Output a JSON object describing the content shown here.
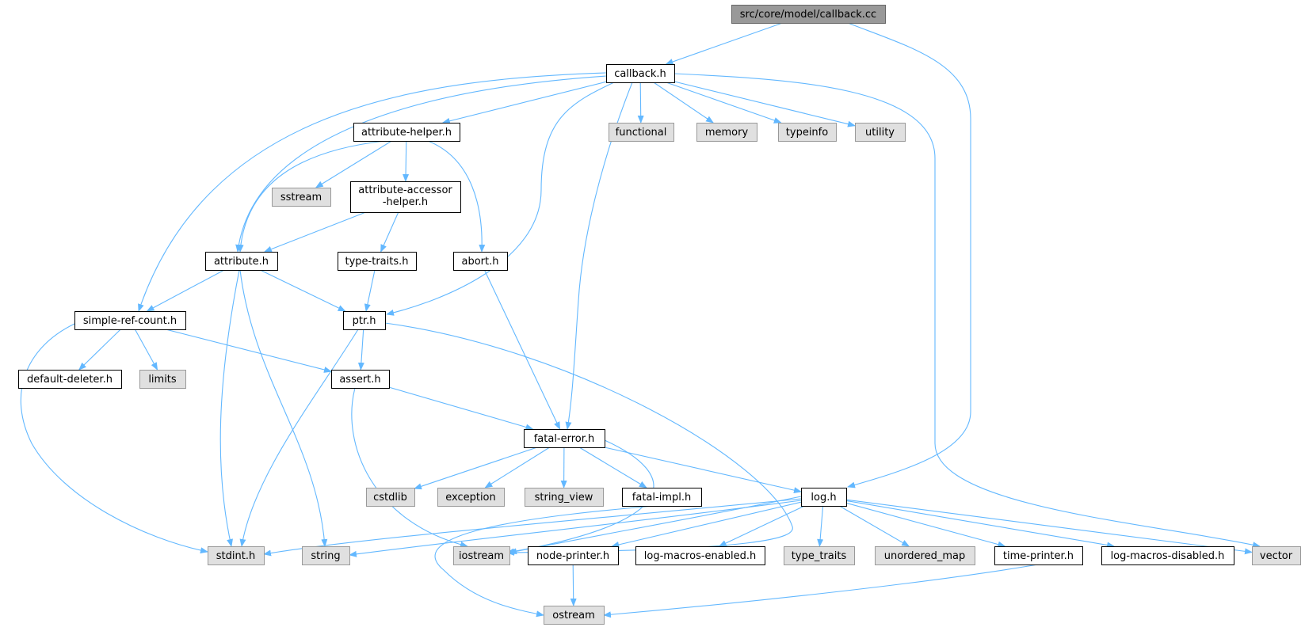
{
  "diagram": {
    "colors": {
      "edge": "#63b8ff",
      "root_fill": "#999999",
      "node_fill": "#ffffff",
      "system_fill": "#e0e0e0",
      "system_stroke": "#999999",
      "node_stroke": "#000000",
      "text": "#000000"
    },
    "nodes": [
      {
        "id": "root",
        "label": "src/core/model/callback.cc",
        "kind": "root"
      },
      {
        "id": "callback_h",
        "label": "callback.h",
        "kind": "local"
      },
      {
        "id": "attribute_helper_h",
        "label": "attribute-helper.h",
        "kind": "local"
      },
      {
        "id": "functional",
        "label": "functional",
        "kind": "system"
      },
      {
        "id": "memory",
        "label": "memory",
        "kind": "system"
      },
      {
        "id": "typeinfo",
        "label": "typeinfo",
        "kind": "system"
      },
      {
        "id": "utility",
        "label": "utility",
        "kind": "system"
      },
      {
        "id": "sstream",
        "label": "sstream",
        "kind": "system"
      },
      {
        "id": "attribute_accessor_helper_h",
        "label": "attribute-accessor\n-helper.h",
        "kind": "local"
      },
      {
        "id": "attribute_h",
        "label": "attribute.h",
        "kind": "local"
      },
      {
        "id": "type_traits_h",
        "label": "type-traits.h",
        "kind": "local"
      },
      {
        "id": "abort_h",
        "label": "abort.h",
        "kind": "local"
      },
      {
        "id": "simple_ref_count_h",
        "label": "simple-ref-count.h",
        "kind": "local"
      },
      {
        "id": "ptr_h",
        "label": "ptr.h",
        "kind": "local"
      },
      {
        "id": "default_deleter_h",
        "label": "default-deleter.h",
        "kind": "local"
      },
      {
        "id": "limits",
        "label": "limits",
        "kind": "system"
      },
      {
        "id": "assert_h",
        "label": "assert.h",
        "kind": "local"
      },
      {
        "id": "fatal_error_h",
        "label": "fatal-error.h",
        "kind": "local"
      },
      {
        "id": "cstdlib",
        "label": "cstdlib",
        "kind": "system"
      },
      {
        "id": "exception",
        "label": "exception",
        "kind": "system"
      },
      {
        "id": "string_view",
        "label": "string_view",
        "kind": "system"
      },
      {
        "id": "fatal_impl_h",
        "label": "fatal-impl.h",
        "kind": "local"
      },
      {
        "id": "log_h",
        "label": "log.h",
        "kind": "local"
      },
      {
        "id": "stdint_h",
        "label": "stdint.h",
        "kind": "system"
      },
      {
        "id": "string",
        "label": "string",
        "kind": "system"
      },
      {
        "id": "iostream",
        "label": "iostream",
        "kind": "system"
      },
      {
        "id": "node_printer_h",
        "label": "node-printer.h",
        "kind": "local"
      },
      {
        "id": "log_macros_enabled_h",
        "label": "log-macros-enabled.h",
        "kind": "local"
      },
      {
        "id": "type_traits",
        "label": "type_traits",
        "kind": "system"
      },
      {
        "id": "unordered_map",
        "label": "unordered_map",
        "kind": "system"
      },
      {
        "id": "time_printer_h",
        "label": "time-printer.h",
        "kind": "local"
      },
      {
        "id": "log_macros_disabled_h",
        "label": "log-macros-disabled.h",
        "kind": "local"
      },
      {
        "id": "vector",
        "label": "vector",
        "kind": "system"
      },
      {
        "id": "ostream",
        "label": "ostream",
        "kind": "system"
      }
    ],
    "edges": [
      [
        "root",
        "callback_h"
      ],
      [
        "root",
        "log_h"
      ],
      [
        "callback_h",
        "attribute_helper_h"
      ],
      [
        "callback_h",
        "functional"
      ],
      [
        "callback_h",
        "memory"
      ],
      [
        "callback_h",
        "typeinfo"
      ],
      [
        "callback_h",
        "utility"
      ],
      [
        "callback_h",
        "attribute_h"
      ],
      [
        "callback_h",
        "simple_ref_count_h"
      ],
      [
        "callback_h",
        "ptr_h"
      ],
      [
        "callback_h",
        "fatal_error_h"
      ],
      [
        "callback_h",
        "vector"
      ],
      [
        "attribute_helper_h",
        "sstream"
      ],
      [
        "attribute_helper_h",
        "attribute_accessor_helper_h"
      ],
      [
        "attribute_helper_h",
        "abort_h"
      ],
      [
        "attribute_helper_h",
        "attribute_h"
      ],
      [
        "attribute_accessor_helper_h",
        "attribute_h"
      ],
      [
        "attribute_accessor_helper_h",
        "type_traits_h"
      ],
      [
        "attribute_h",
        "simple_ref_count_h"
      ],
      [
        "attribute_h",
        "ptr_h"
      ],
      [
        "attribute_h",
        "stdint_h"
      ],
      [
        "attribute_h",
        "string"
      ],
      [
        "type_traits_h",
        "ptr_h"
      ],
      [
        "abort_h",
        "fatal_error_h"
      ],
      [
        "simple_ref_count_h",
        "default_deleter_h"
      ],
      [
        "simple_ref_count_h",
        "limits"
      ],
      [
        "simple_ref_count_h",
        "assert_h"
      ],
      [
        "simple_ref_count_h",
        "stdint_h"
      ],
      [
        "ptr_h",
        "assert_h"
      ],
      [
        "ptr_h",
        "stdint_h"
      ],
      [
        "ptr_h",
        "iostream"
      ],
      [
        "assert_h",
        "fatal_error_h"
      ],
      [
        "assert_h",
        "iostream"
      ],
      [
        "fatal_error_h",
        "cstdlib"
      ],
      [
        "fatal_error_h",
        "exception"
      ],
      [
        "fatal_error_h",
        "string_view"
      ],
      [
        "fatal_error_h",
        "fatal_impl_h"
      ],
      [
        "fatal_error_h",
        "log_h"
      ],
      [
        "fatal_error_h",
        "iostream"
      ],
      [
        "fatal_impl_h",
        "ostream"
      ],
      [
        "log_h",
        "stdint_h"
      ],
      [
        "log_h",
        "string"
      ],
      [
        "log_h",
        "iostream"
      ],
      [
        "log_h",
        "node_printer_h"
      ],
      [
        "log_h",
        "log_macros_enabled_h"
      ],
      [
        "log_h",
        "type_traits"
      ],
      [
        "log_h",
        "unordered_map"
      ],
      [
        "log_h",
        "time_printer_h"
      ],
      [
        "log_h",
        "log_macros_disabled_h"
      ],
      [
        "log_h",
        "vector"
      ],
      [
        "node_printer_h",
        "ostream"
      ],
      [
        "time_printer_h",
        "ostream"
      ]
    ]
  }
}
